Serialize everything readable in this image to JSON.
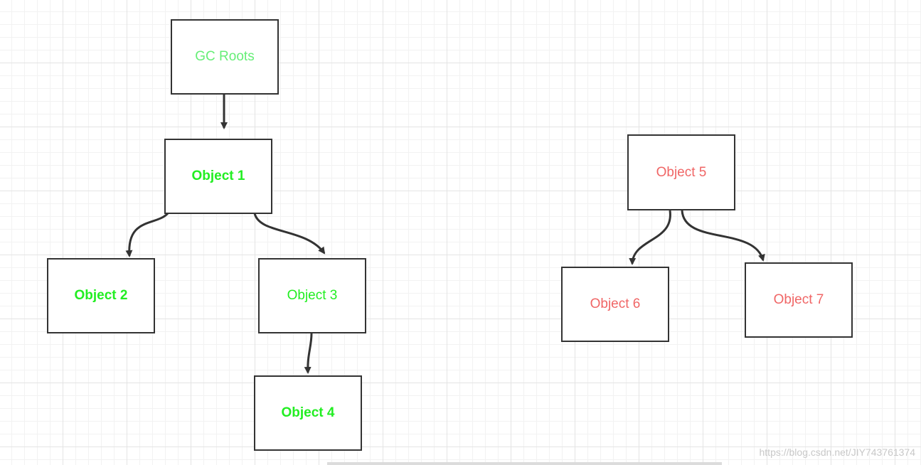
{
  "diagram": {
    "nodes": {
      "gc_roots": {
        "label": "GC Roots",
        "color": "#66ee77"
      },
      "object1": {
        "label": "Object 1",
        "color": "#22ee22"
      },
      "object2": {
        "label": "Object 2",
        "color": "#22ee22"
      },
      "object3": {
        "label": "Object 3",
        "color": "#22ee22"
      },
      "object4": {
        "label": "Object 4",
        "color": "#22ee22"
      },
      "object5": {
        "label": "Object 5",
        "color": "#f06666"
      },
      "object6": {
        "label": "Object 6",
        "color": "#f06666"
      },
      "object7": {
        "label": "Object 7",
        "color": "#f06666"
      }
    },
    "edges": [
      {
        "from": "GC Roots",
        "to": "Object 1"
      },
      {
        "from": "Object 1",
        "to": "Object 2"
      },
      {
        "from": "Object 1",
        "to": "Object 3"
      },
      {
        "from": "Object 3",
        "to": "Object 4"
      },
      {
        "from": "Object 5",
        "to": "Object 6"
      },
      {
        "from": "Object 5",
        "to": "Object 7"
      }
    ],
    "edge_color": "#333333"
  },
  "watermark": "https://blog.csdn.net/JIY743761374"
}
